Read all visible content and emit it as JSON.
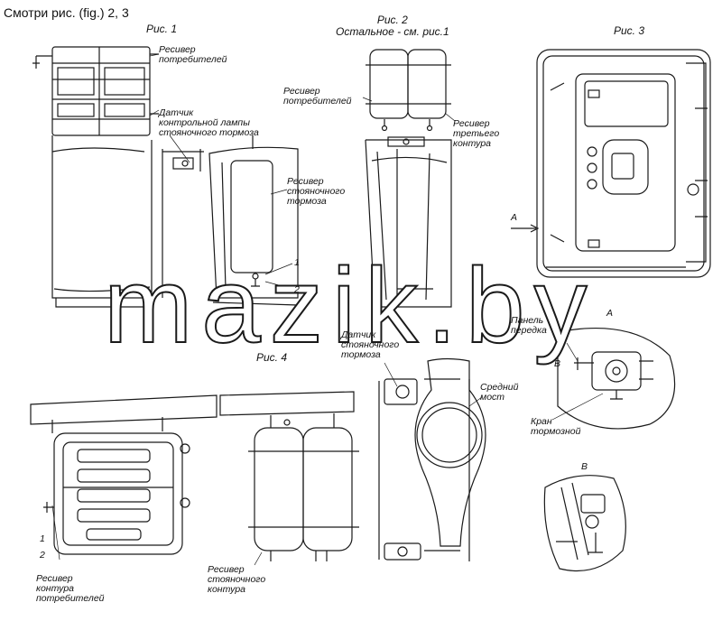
{
  "header": {
    "title": "Смотри рис. (fig.) 2, 3"
  },
  "watermark": "mazik.by",
  "figures": {
    "fig1": "Рис. 1",
    "fig2": "Рис. 2\nОстальное - см. рис.1",
    "fig3": "Рис. 3",
    "fig4": "Рис. 4"
  },
  "labels": {
    "receiver_consumers_1": "Ресивер\nпотребителей",
    "lamp_sensor": "Датчик\nконтрольной лампы\nстояночного тормоза",
    "receiver_parking_1": "Ресивер\nстояночного\nтормоза",
    "num1_a": "1",
    "num2_a": "2",
    "receiver_consumers_2": "Ресивер\nпотребителей",
    "receiver_third": "Ресивер\nтретьего\nконтура",
    "arrow_a": "A",
    "front_panel": "Панель\nпередка",
    "view_a": "A",
    "view_b_small": "B",
    "brake_valve": "Кран\nтормозной",
    "view_b": "B",
    "parking_sensor": "Датчик\nстояночного\nтормоза",
    "middle_axle": "Средний\nмост",
    "num1_b": "1",
    "num2_b": "2",
    "receiver_circuit_consumers": "Ресивер\nконтура\nпотребителей",
    "receiver_parking_circuit": "Ресивер\nстояночного\nконтура"
  }
}
